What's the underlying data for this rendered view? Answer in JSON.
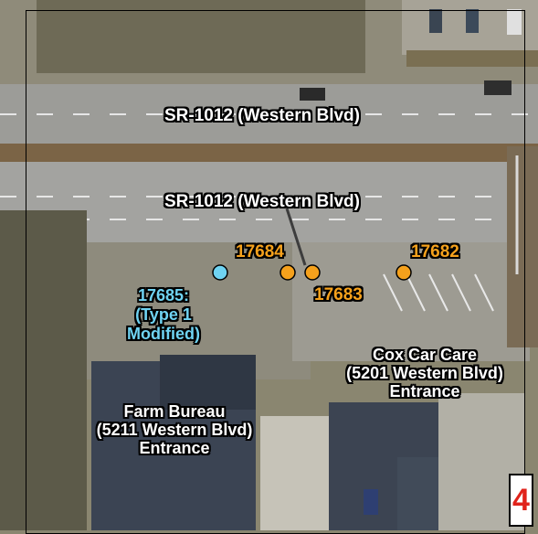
{
  "map": {
    "roads": [
      {
        "label": "SR-1012 (Western Blvd)"
      },
      {
        "label": "SR-1012 (Western Blvd)"
      }
    ],
    "points": [
      {
        "id": "17685",
        "label_lines": [
          "17685:",
          "(Type 1",
          "Modified)"
        ],
        "color": "#6fd3f2"
      },
      {
        "id": "17684",
        "label": "17684",
        "color": "#f5a11c"
      },
      {
        "id": "17683",
        "label": "17683",
        "color": "#f5a11c"
      },
      {
        "id": "17682",
        "label": "17682",
        "color": "#f5a11c"
      }
    ],
    "businesses": [
      {
        "lines": [
          "Cox Car Care",
          "(5201 Western Blvd)",
          "Entrance"
        ]
      },
      {
        "lines": [
          "Farm Bureau",
          "(5211 Western Blvd)",
          "Entrance"
        ]
      }
    ],
    "panel_number": "4",
    "colors": {
      "point_orange": "#f5a11c",
      "point_cyan": "#6fd3f2",
      "label_orange": "#f5a11c",
      "panel_number": "#e0231b"
    }
  }
}
